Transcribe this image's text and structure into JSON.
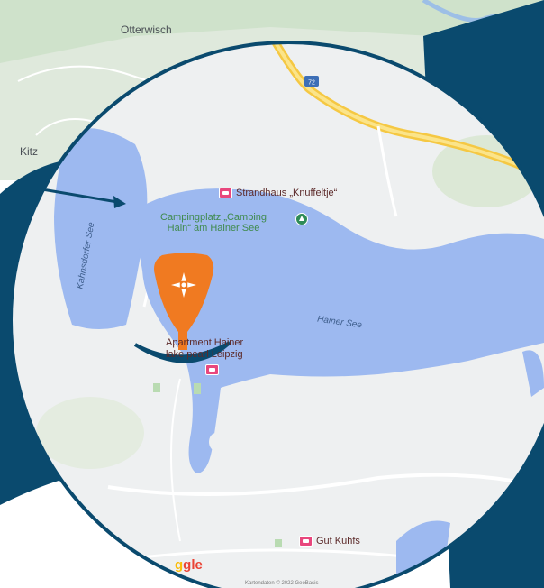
{
  "places": {
    "otterwisch": "Otterwisch",
    "kitz": "Kitz",
    "road_shield": "72"
  },
  "pois": {
    "strandhaus": "Strandhaus „Knuffeltje“",
    "camping_line1": "Campingplatz „Camping",
    "camping_line2": "Hain“ am Hainer See",
    "apartment_line1": "Apartment Hainer",
    "apartment_line2": "lake pearl Leipzig",
    "gut_kuhfs": "Gut Kuhfs"
  },
  "lakes": {
    "hainer_see": "Hainer See",
    "kahnsdorfer_see": "Kahnsdorfer See"
  },
  "branding": {
    "google_partial": "gle",
    "attribution": "Kartendaten © 2022 GeoBasis"
  },
  "icons": {
    "marker": "compass-star-icon",
    "poi": "lodging-icon",
    "camp": "campground-icon"
  },
  "colors": {
    "navy": "#0a4a6e",
    "water": "#9db9f0",
    "land": "#eef0f1",
    "marker": "#f07a21",
    "highway": "#f7d24a"
  }
}
